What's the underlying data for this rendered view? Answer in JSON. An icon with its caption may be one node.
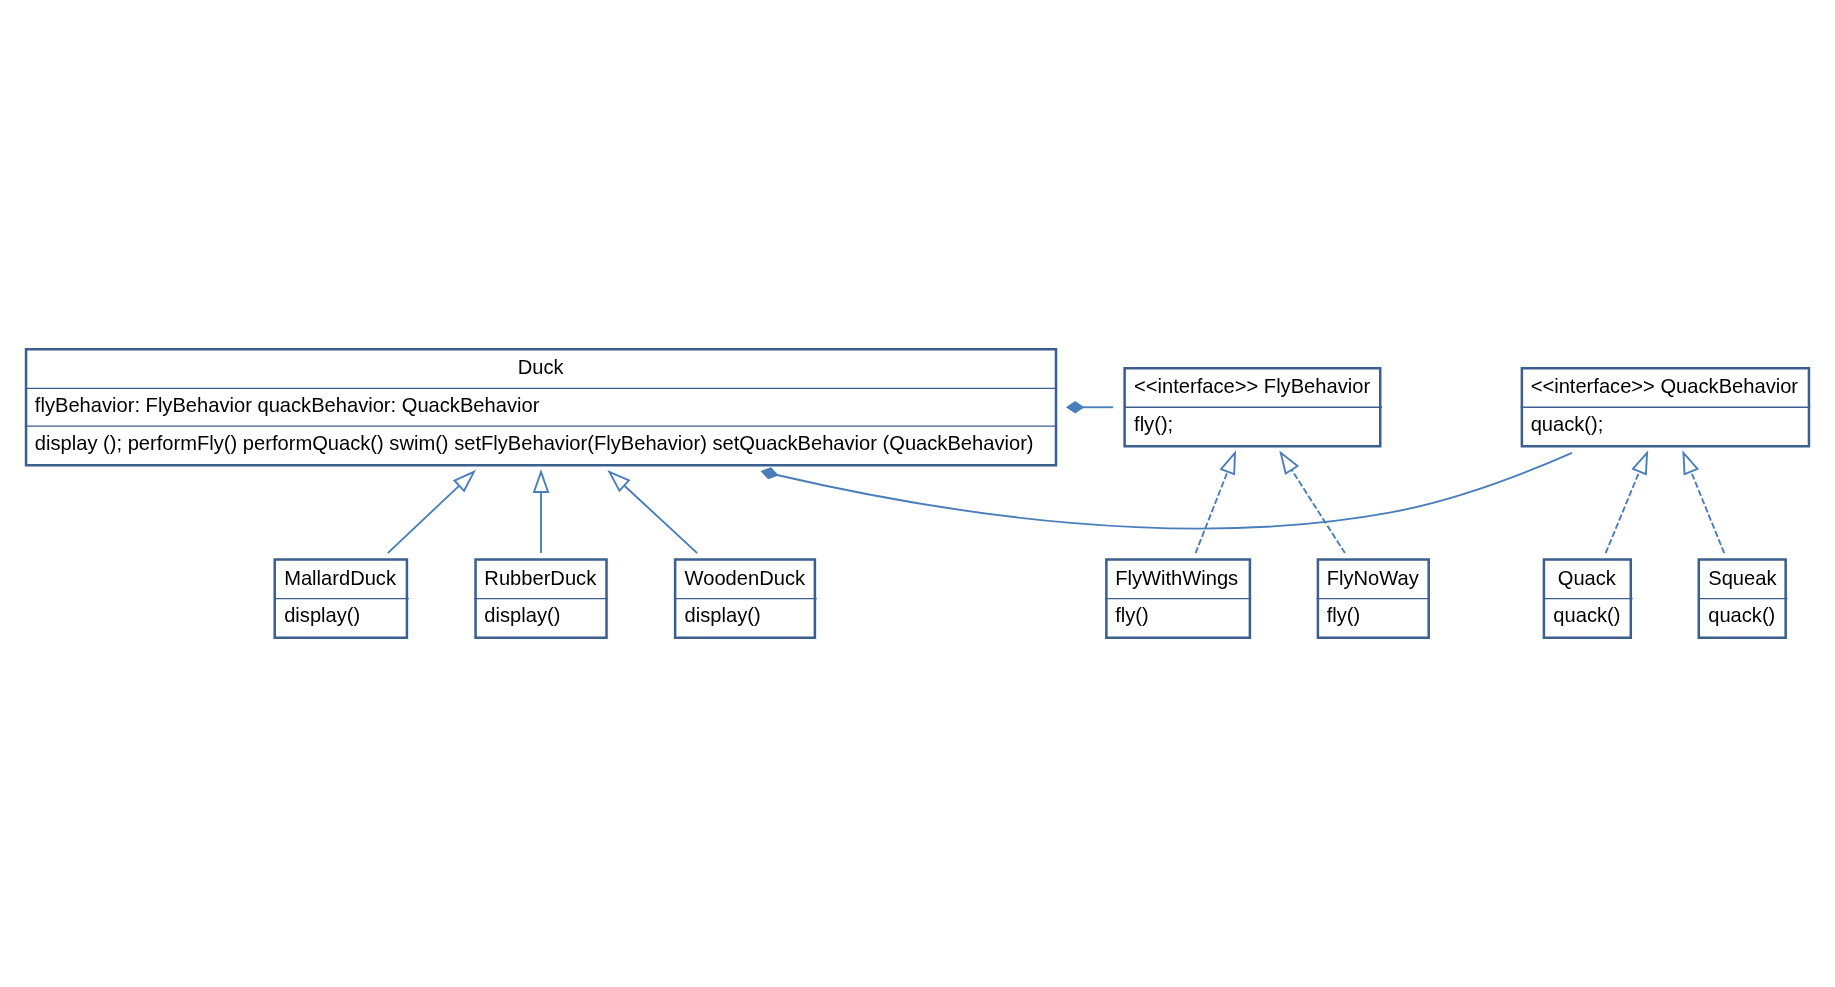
{
  "diagram": {
    "nodes": [
      {
        "text": [
          "Duck",
          "flyBehavior: FlyBehavior quackBehavior: QuackBehavior",
          "display (); performFly() performQuack() swim() setFlyBehavior(FlyBehavior) setQuackBehavior (QuackBehavior)"
        ]
      },
      {
        "text": [
          "<<interface>> FlyBehavior",
          "fly();"
        ]
      },
      {
        "text": [
          "<<interface>> QuackBehavior",
          "quack();"
        ]
      },
      {
        "text": [
          "FlyWithWings",
          "fly()"
        ]
      },
      {
        "text": [
          "FlyNoWay",
          "fly()"
        ]
      },
      {
        "text": [
          "Quack",
          "quack()"
        ]
      },
      {
        "text": [
          "Squeak",
          "quack()"
        ]
      },
      {
        "text": [
          "MallardDuck",
          "display()"
        ]
      },
      {
        "text": [
          "RubberDuck",
          "display()"
        ]
      },
      {
        "text": [
          "WoodenDuck",
          "display()"
        ]
      }
    ],
    "edges": [
      {
        "from": 0,
        "to": 1,
        "arrow": "other"
      },
      {
        "from": 0,
        "to": 2,
        "arrow": "other"
      },
      {
        "from": 3,
        "to": 1,
        "arrow": "to",
        "style": "dashed"
      },
      {
        "from": 4,
        "to": 1,
        "arrow": "to",
        "style": "dashed"
      },
      {
        "from": 5,
        "to": 2,
        "arrow": "to",
        "style": "dashed"
      },
      {
        "from": 6,
        "to": 2,
        "arrow": "to",
        "style": "dashed"
      },
      {
        "from": 7,
        "to": 0,
        "arrow": "to"
      },
      {
        "from": 8,
        "to": 0,
        "arrow": "to"
      },
      {
        "from": 9,
        "to": 0,
        "arrow": "to"
      }
    ]
  }
}
